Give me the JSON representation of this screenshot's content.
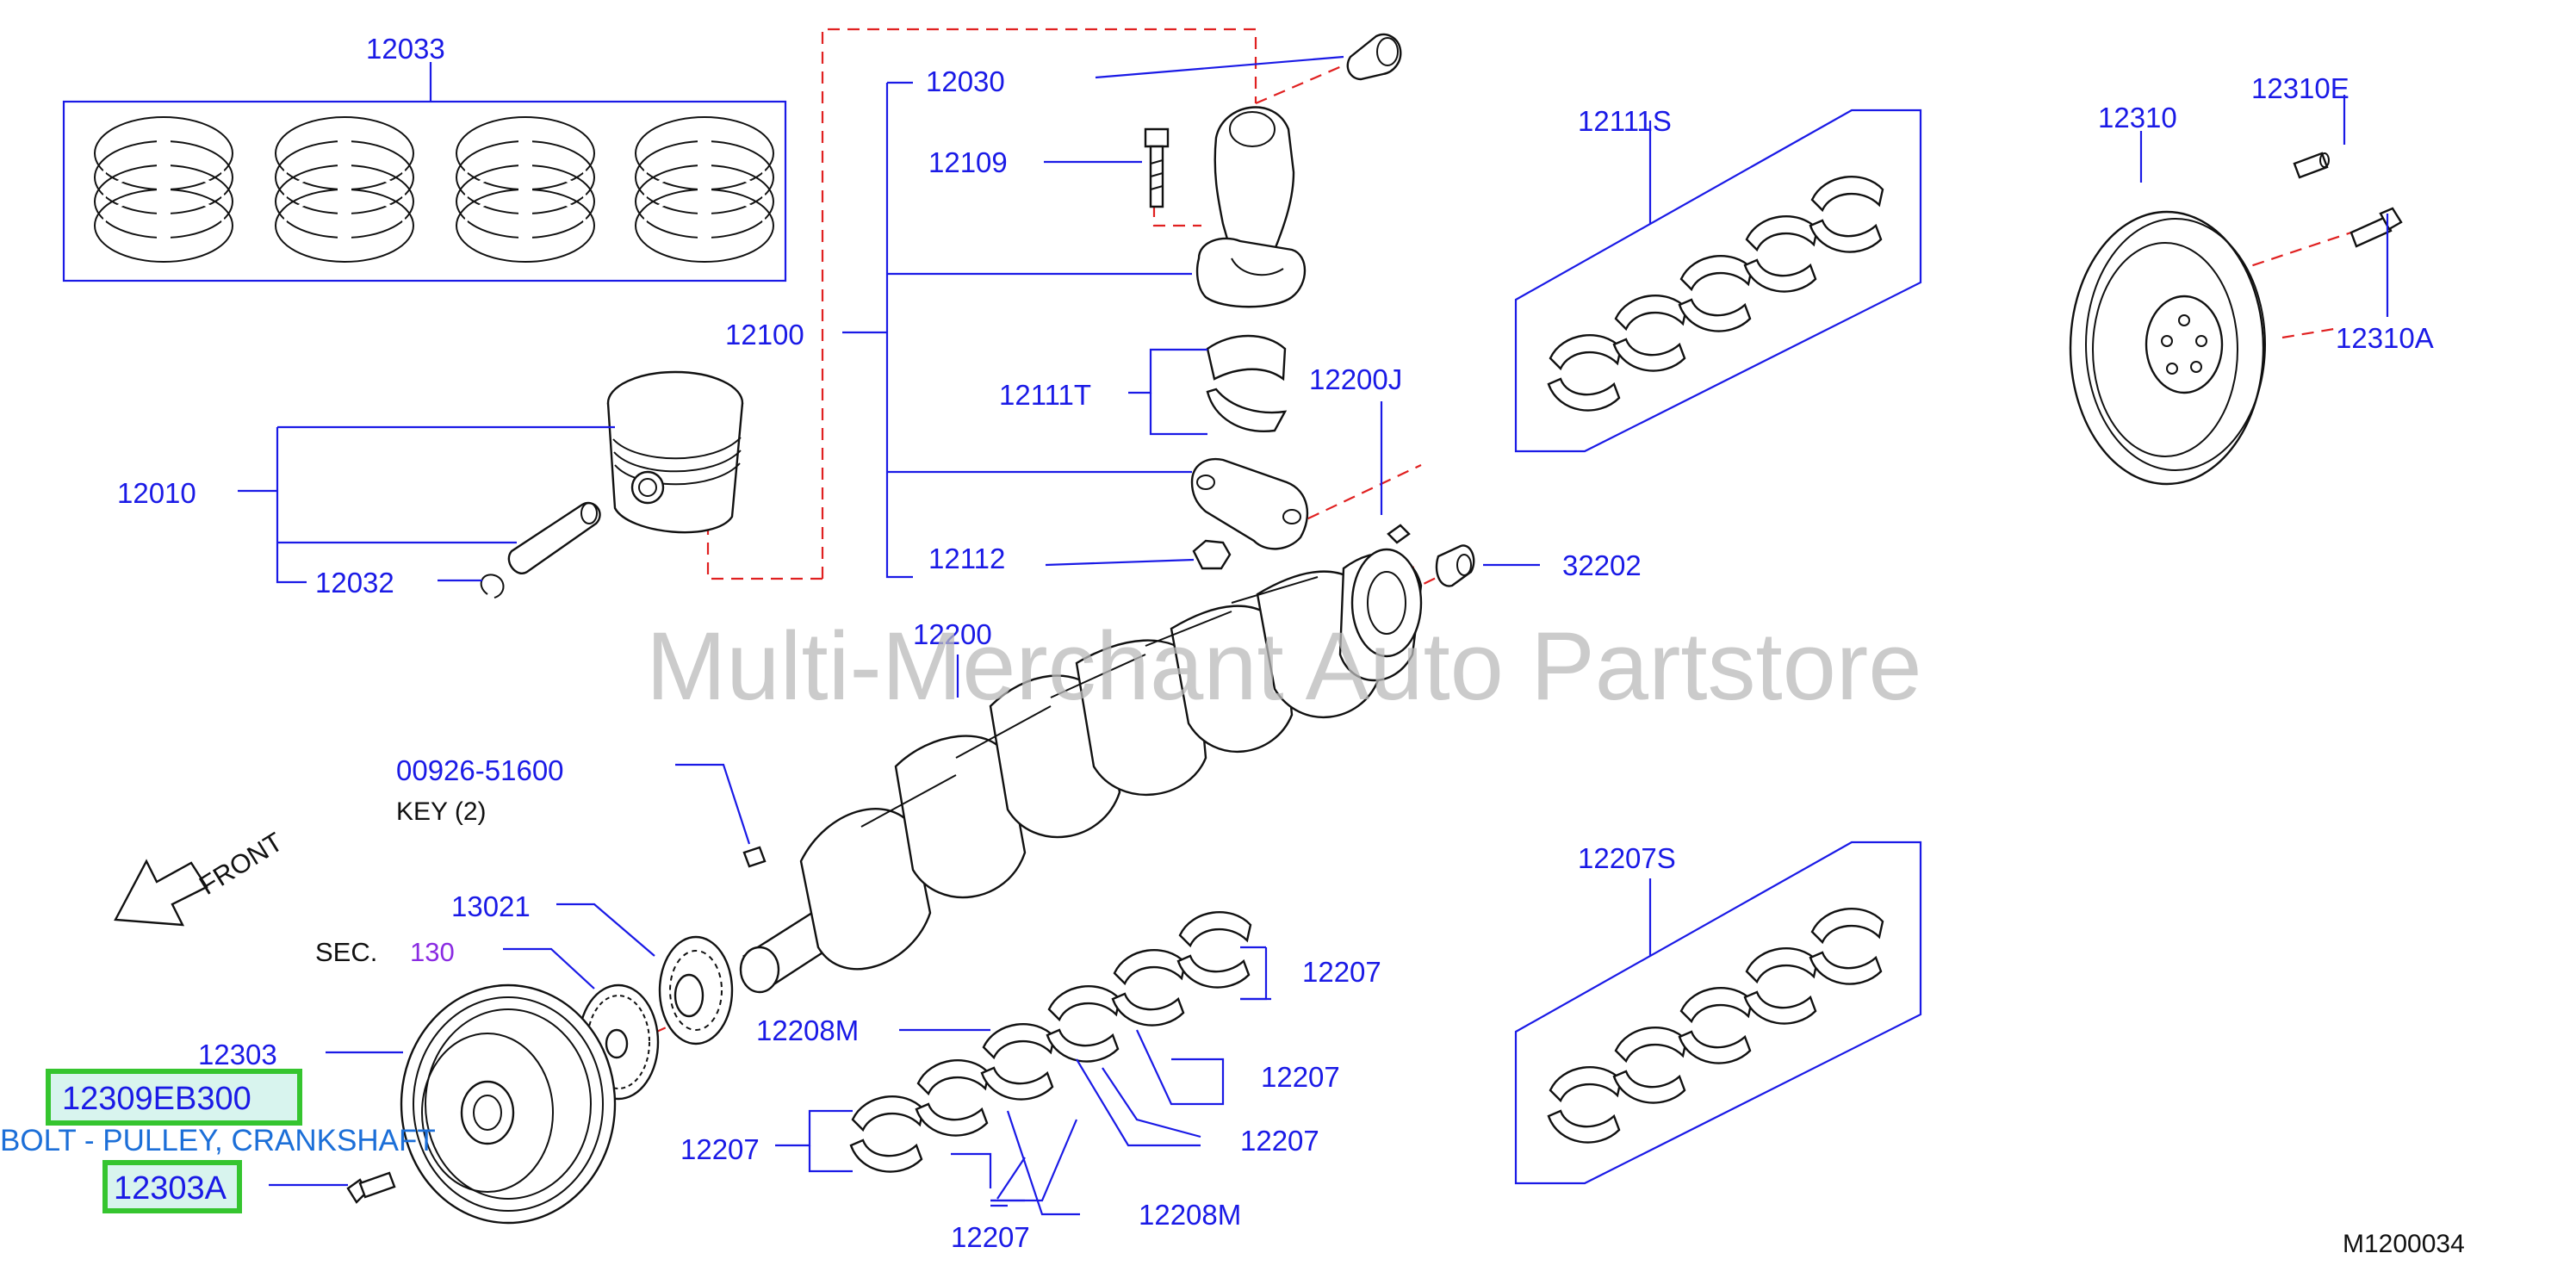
{
  "diagram": {
    "watermark": "Multi-Merchant Auto Partstore",
    "figure_code": "M1200034",
    "front_label": "FRONT",
    "section_ref": {
      "prefix": "SEC.",
      "number": "130"
    },
    "key_label": "KEY   (2)",
    "highlighted_part": {
      "number": "12309EB300",
      "description": "BOLT - PULLEY, CRANKSHAFT",
      "ref": "12303A"
    },
    "callouts": {
      "c12033": "12033",
      "c12030": "12030",
      "c12109": "12109",
      "c12100": "12100",
      "c12111T": "12111T",
      "c12010": "12010",
      "c12032": "12032",
      "c12112": "12112",
      "c12200J": "12200J",
      "c32202": "32202",
      "c12200": "12200",
      "c00926": "00926-51600",
      "c13021": "13021",
      "c12303": "12303",
      "c12208M_upper": "12208M",
      "c12208M_lower": "12208M",
      "c12207_a": "12207",
      "c12207_b": "12207",
      "c12207_c": "12207",
      "c12207_d": "12207",
      "c12207_e": "12207",
      "c12111S": "12111S",
      "c12310": "12310",
      "c12310E": "12310E",
      "c12310A": "12310A",
      "c12207S": "12207S"
    }
  },
  "colors": {
    "callout_text": "#1a1ae6",
    "leader_lines": "#1a1ae6",
    "dashed_links": "#e02020",
    "highlight_border": "#35c52f",
    "highlight_fill": "#d8f4ee",
    "section_number": "#8a2be2",
    "watermark": "#b9b9b9"
  }
}
